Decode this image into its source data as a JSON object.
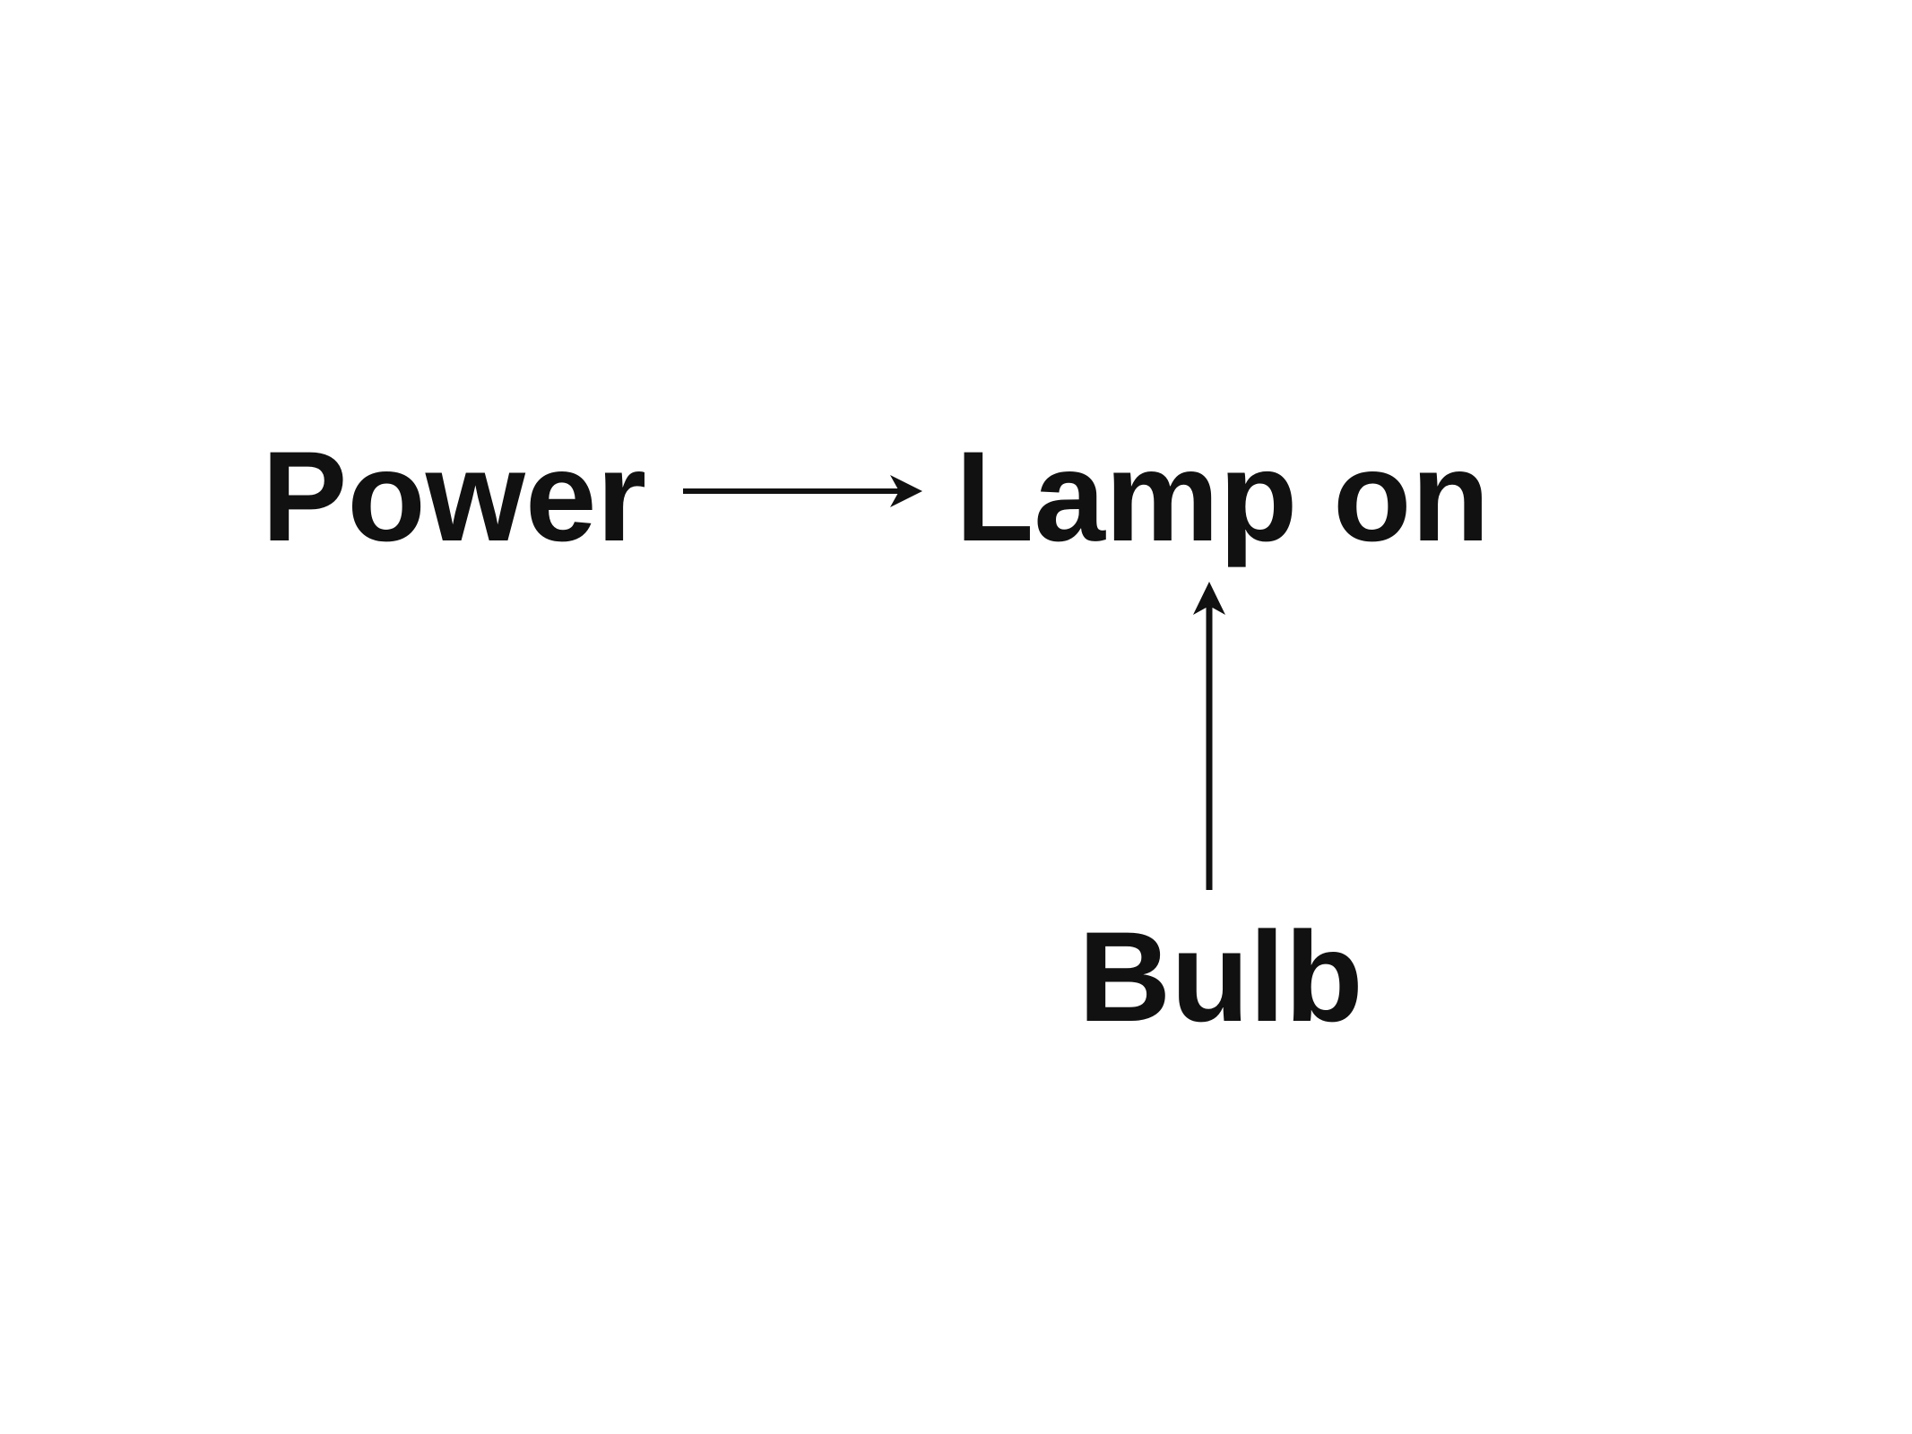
{
  "diagram": {
    "nodes": {
      "power": "Power",
      "lamp_on": "Lamp on",
      "bulb": "Bulb"
    },
    "edges": [
      {
        "from": "Power",
        "to": "Lamp on"
      },
      {
        "from": "Bulb",
        "to": "Lamp on"
      }
    ],
    "colors": {
      "text": "#111111",
      "arrow": "#111111",
      "background": "#ffffff"
    }
  }
}
